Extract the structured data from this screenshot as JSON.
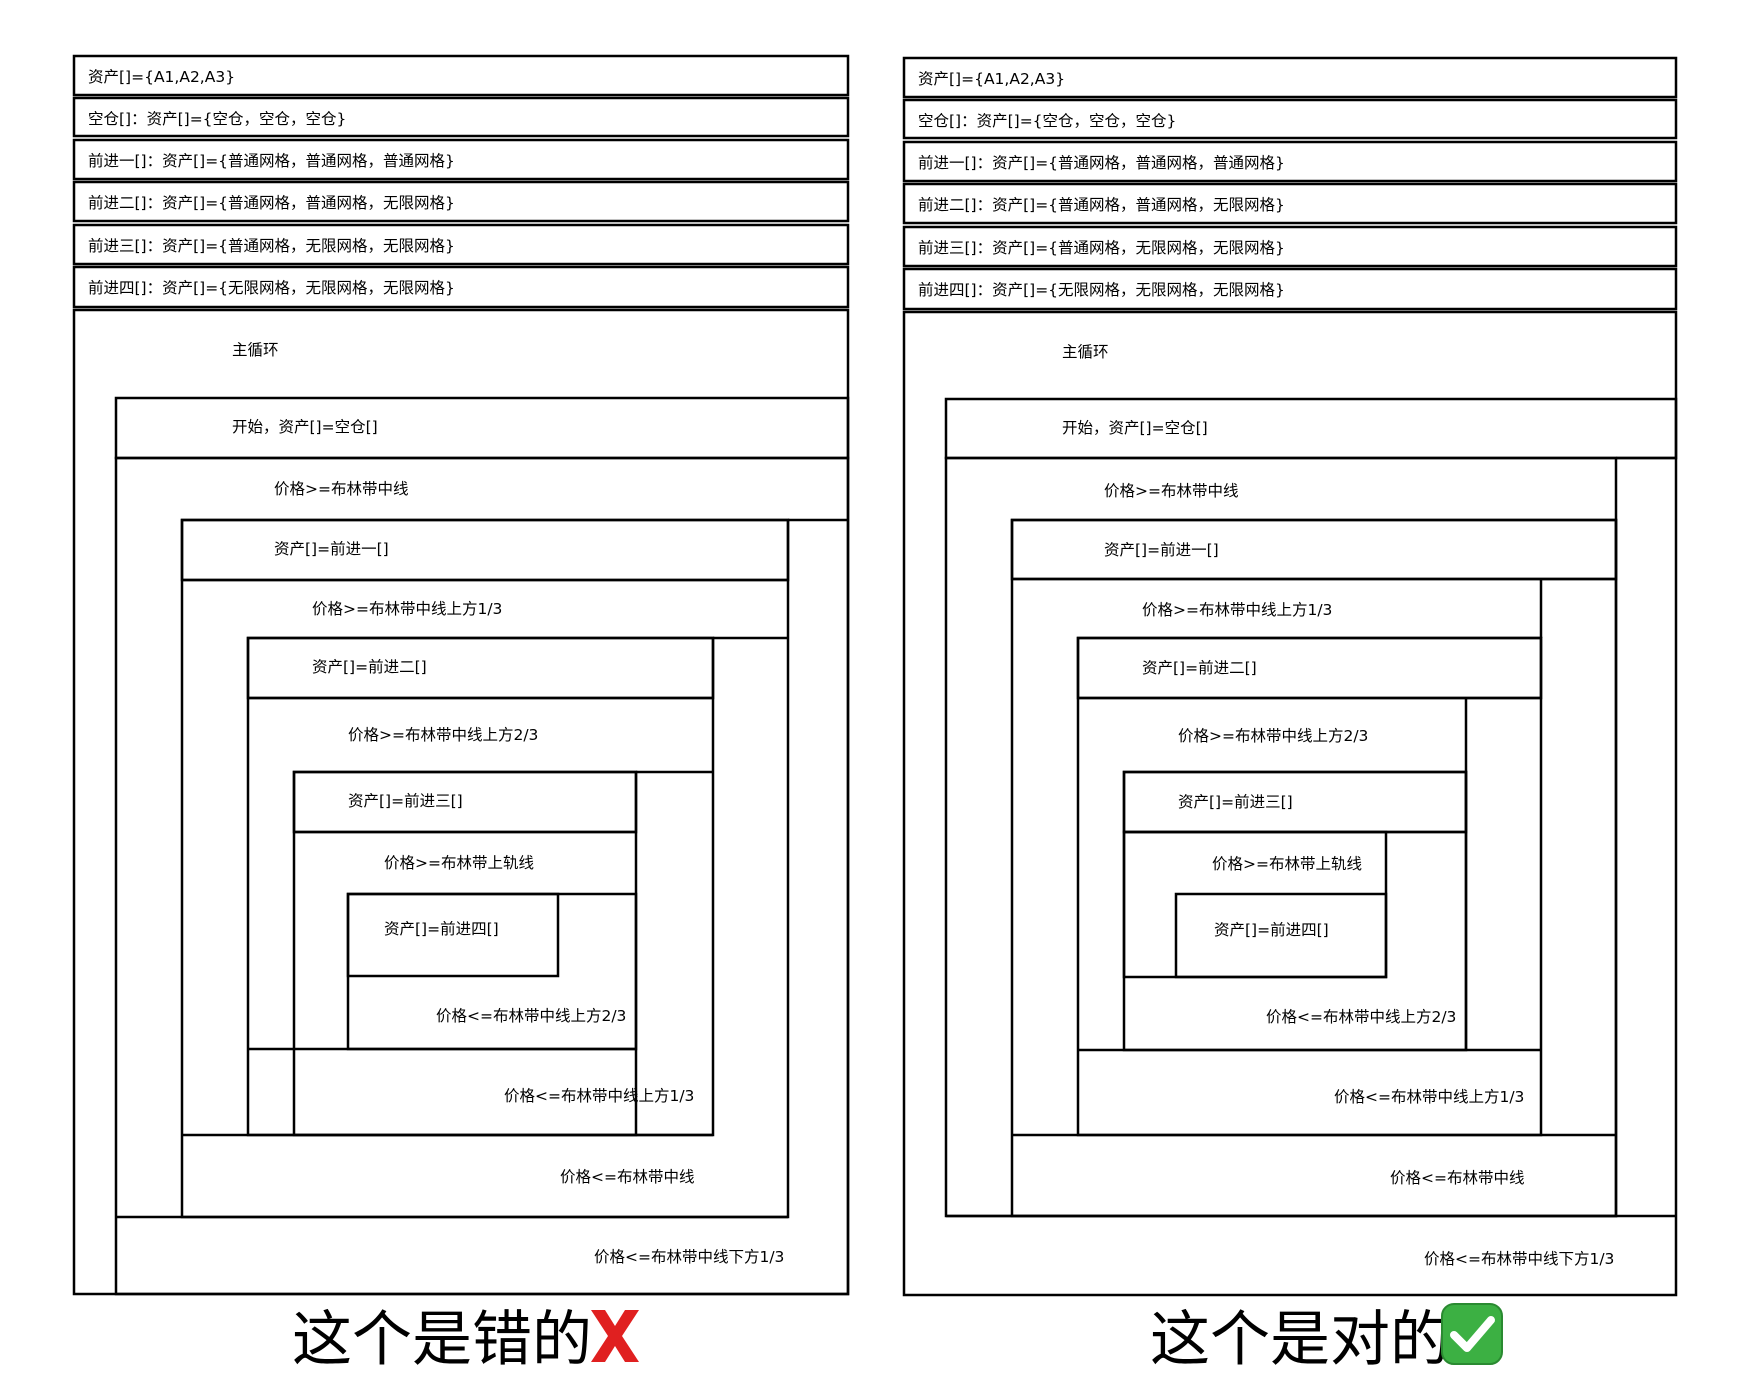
{
  "panels": [
    {
      "id": "wrong",
      "caption": "这个是错的",
      "caption_mark": "❌",
      "caption_mark_color": "#e02020",
      "header_rows": [
        "资产[]={A1,A2,A3}",
        "空仓[]：资产[]={空仓，空仓，空仓}",
        "前进一[]：资产[]={普通网格，普通网格，普通网格}",
        "前进二[]：资产[]={普通网格，普通网格，无限网格}",
        "前进三[]：资产[]={普通网格，无限网格，无限网格}",
        "前进四[]：资产[]={无限网格，无限网格，无限网格}"
      ],
      "labels": {
        "main_loop": "主循环",
        "start": "开始，资产[]=空仓[]",
        "cond_mid_ge": "价格>=布林带中线",
        "set_adv1": "资产[]=前进一[]",
        "cond_13_ge": "价格>=布林带中线上方1/3",
        "set_adv2": "资产[]=前进二[]",
        "cond_23_ge": "价格>=布林带中线上方2/3",
        "set_adv3": "资产[]=前进三[]",
        "cond_upper_ge": "价格>=布林带上轨线",
        "set_adv4": "资产[]=前进四[]",
        "cond_23_le": "价格<=布林带中线上方2/3",
        "cond_13_le": "价格<=布林带中线上方1/3",
        "cond_mid_le": "价格<=布林带中线",
        "cond_low13_le": "价格<=布林带中线下方1/3"
      }
    },
    {
      "id": "right",
      "caption": "这个是对的",
      "caption_mark": "✅",
      "caption_mark_color": "#3cb043",
      "header_rows": [
        "资产[]={A1,A2,A3}",
        "空仓[]：资产[]={空仓，空仓，空仓}",
        "前进一[]：资产[]={普通网格，普通网格，普通网格}",
        "前进二[]：资产[]={普通网格，普通网格，无限网格}",
        "前进三[]：资产[]={普通网格，无限网格，无限网格}",
        "前进四[]：资产[]={无限网格，无限网格，无限网格}"
      ],
      "labels": {
        "main_loop": "主循环",
        "start": "开始，资产[]=空仓[]",
        "cond_mid_ge": "价格>=布林带中线",
        "set_adv1": "资产[]=前进一[]",
        "cond_13_ge": "价格>=布林带中线上方1/3",
        "set_adv2": "资产[]=前进二[]",
        "cond_23_ge": "价格>=布林带中线上方2/3",
        "set_adv3": "资产[]=前进三[]",
        "cond_upper_ge": "价格>=布林带上轨线",
        "set_adv4": "资产[]=前进四[]",
        "cond_23_le": "价格<=布林带中线上方2/3",
        "cond_13_le": "价格<=布林带中线上方1/3",
        "cond_mid_le": "价格<=布林带中线",
        "cond_low13_le": "价格<=布林带中线下方1/3"
      }
    }
  ]
}
